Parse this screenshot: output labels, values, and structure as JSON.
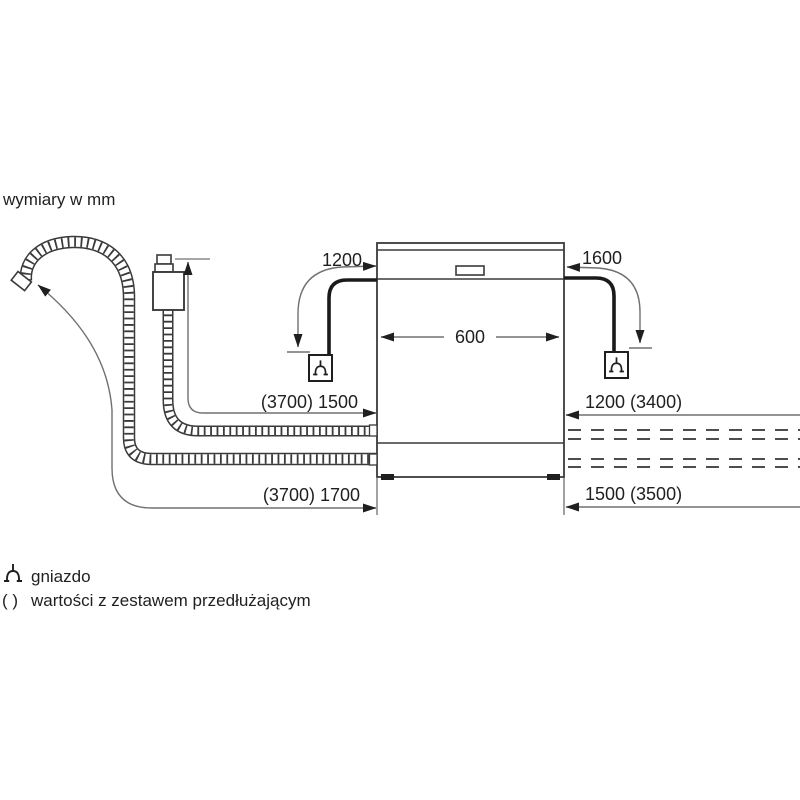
{
  "title": "wymiary w mm",
  "dimensions": {
    "cabinet_width": "600",
    "left_cord_to_socket": "1200",
    "right_cord_to_socket": "1600",
    "supply_hose_length": "(3700) 1500",
    "supply_hose_right_length": "1200 (3400)",
    "drain_hose_length": "(3700) 1700",
    "drain_hose_right_length": "1500 (3500)"
  },
  "legend": {
    "socket_label": "gniazdo",
    "parentheses_symbol": "( )",
    "parentheses_label": "wartości z zestawem przedłużającym"
  },
  "icons": {
    "socket": "power-socket-icon"
  },
  "colors": {
    "line": "#3a3a3a",
    "dim_line": "#707070",
    "arrow": "#1f1f1f",
    "text": "#1f1f1f",
    "background": "#ffffff"
  }
}
